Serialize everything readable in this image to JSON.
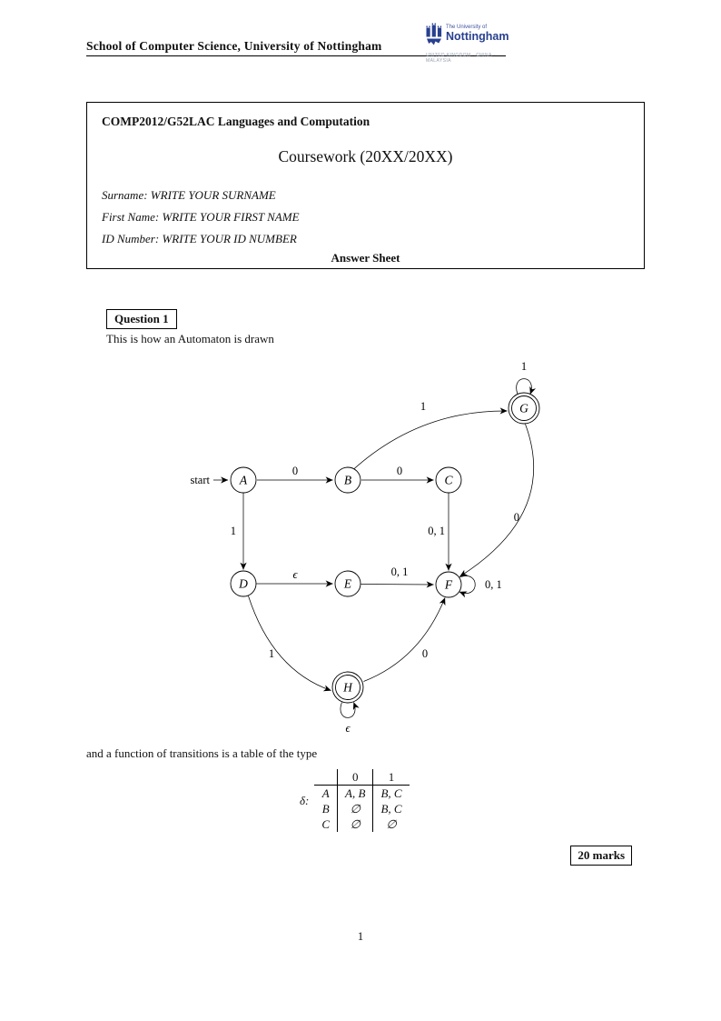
{
  "header": {
    "school": "School of Computer Science, University of Nottingham",
    "logo": {
      "line1": "The University of",
      "line2": "Nottingham",
      "caption": "UNITED KINGDOM · CHINA · MALAYSIA"
    }
  },
  "colors": {
    "brand_blue": "#28408f",
    "caption_gray": "#98a0ae",
    "ink": "#111111"
  },
  "title_box": {
    "course": "COMP2012/G52LAC Languages and Computation",
    "title": "Coursework (20XX/20XX)",
    "fields": [
      {
        "label": "Surname:",
        "value": "WRITE YOUR SURNAME"
      },
      {
        "label": "First Name:",
        "value": "WRITE YOUR FIRST NAME"
      },
      {
        "label": "ID Number:",
        "value": "WRITE YOUR ID NUMBER"
      }
    ],
    "answer_sheet": "Answer Sheet"
  },
  "question1": {
    "label": "Question 1",
    "intro": "This is how an Automaton is drawn",
    "table_intro": "and a function of transitions is a table of the type",
    "marks": "20 marks"
  },
  "automaton": {
    "start_label": "start",
    "states": {
      "A": "A",
      "B": "B",
      "C": "C",
      "D": "D",
      "E": "E",
      "F": "F",
      "G": "G",
      "H": "H"
    },
    "accepting_states": [
      "G",
      "H"
    ],
    "edge_labels": {
      "a_b": "0",
      "b_c": "0",
      "b_g": "1",
      "g_self": "1",
      "a_d": "1",
      "c_f": "0, 1",
      "d_e": "ϵ",
      "e_f": "0, 1",
      "f_self": "0, 1",
      "g_f": "0",
      "d_h": "1",
      "h_f": "0",
      "h_self": "ϵ"
    }
  },
  "transition_table": {
    "function_label": "δ:",
    "col_headers": [
      "0",
      "1"
    ],
    "rows": [
      {
        "state": "A",
        "on0": "A, B",
        "on1": "B, C"
      },
      {
        "state": "B",
        "on0": "∅",
        "on1": "B, C"
      },
      {
        "state": "C",
        "on0": "∅",
        "on1": "∅"
      }
    ]
  },
  "page": {
    "number": "1"
  }
}
